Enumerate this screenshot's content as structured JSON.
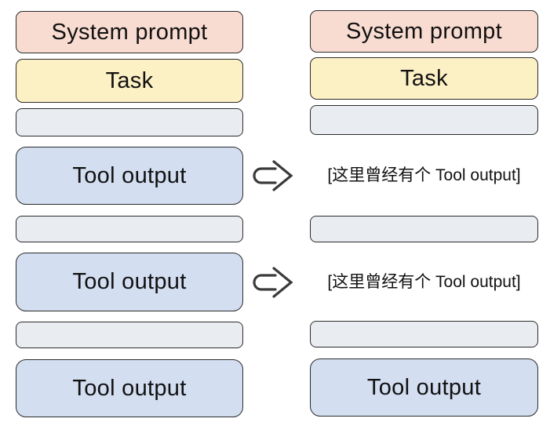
{
  "colors": {
    "pink": "#f9dcd1",
    "yellow": "#fcf0c5",
    "gray": "#e9edf1",
    "blue": "#d3def1",
    "border": "#2b2b2b",
    "text": "#111111",
    "arrow": "#3a3a3a"
  },
  "left_column": {
    "rows": [
      {
        "kind": "box",
        "style": "pink",
        "label": "System prompt"
      },
      {
        "kind": "box",
        "style": "yellow",
        "label": "Task"
      },
      {
        "kind": "box",
        "style": "gray",
        "label": ""
      },
      {
        "kind": "box",
        "style": "blue",
        "label": "Tool output"
      },
      {
        "kind": "box",
        "style": "gray",
        "label": ""
      },
      {
        "kind": "box",
        "style": "blue",
        "label": "Tool output"
      },
      {
        "kind": "box",
        "style": "gray",
        "label": ""
      },
      {
        "kind": "box",
        "style": "blue",
        "label": "Tool output"
      }
    ]
  },
  "right_column": {
    "rows": [
      {
        "kind": "box",
        "style": "pink",
        "label": "System prompt"
      },
      {
        "kind": "box",
        "style": "yellow",
        "label": "Task"
      },
      {
        "kind": "box",
        "style": "gray",
        "label": ""
      },
      {
        "kind": "text",
        "label": "[这里曾经有个 Tool output]"
      },
      {
        "kind": "box",
        "style": "gray",
        "label": ""
      },
      {
        "kind": "text",
        "label": "[这里曾经有个 Tool output]"
      },
      {
        "kind": "box",
        "style": "gray",
        "label": ""
      },
      {
        "kind": "box",
        "style": "blue",
        "label": "Tool output"
      }
    ]
  },
  "arrows": [
    {
      "name": "replaced-arrow-1"
    },
    {
      "name": "replaced-arrow-2"
    }
  ]
}
